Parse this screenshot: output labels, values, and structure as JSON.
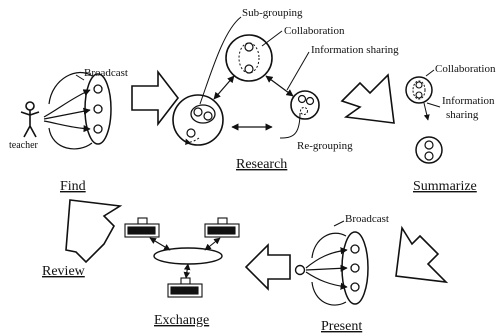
{
  "labels": {
    "find": "Find",
    "research": "Research",
    "summarize": "Summarize",
    "review": "Review",
    "exchange": "Exchange",
    "present": "Present",
    "teacher": "teacher",
    "broadcast_top": "Broadcast",
    "broadcast_bottom": "Broadcast",
    "sub_grouping": "Sub-grouping",
    "collaboration_research": "Collaboration",
    "information_sharing_research": "Information sharing",
    "re_grouping": "Re-grouping",
    "collaboration_summarize": "Collaboration",
    "information_summarize_line1": "Information",
    "information_summarize_line2": "sharing"
  }
}
